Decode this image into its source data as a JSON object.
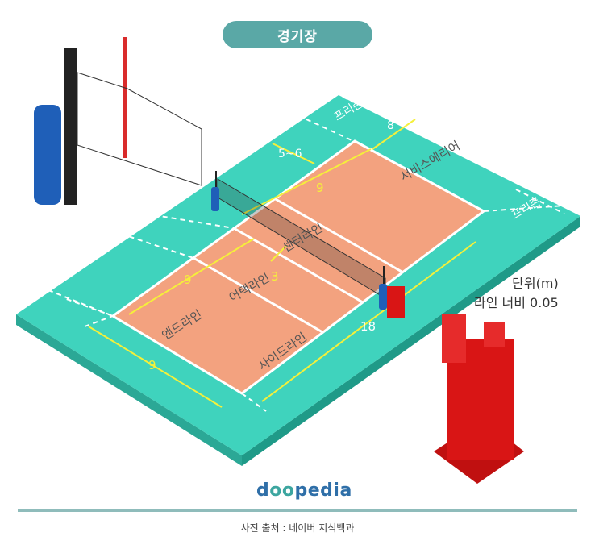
{
  "header": {
    "title": "경기장"
  },
  "labels": {
    "free_zone_back": "프리존",
    "free_zone_side": "프리존",
    "service_area": "서비스에리어",
    "center_line": "센터라인",
    "attack_line": "어택라인",
    "end_line": "엔드라인",
    "side_line": "사이드라인"
  },
  "dimensions": {
    "service_area_width": "8",
    "free_zone_depth": "5~6",
    "half_length_top": "9",
    "half_length_bottom": "9",
    "attack_distance": "3",
    "end_width": "9",
    "court_length": "18"
  },
  "unit": {
    "unit_label": "단위(m)",
    "line_width": "라인 너비 0.05"
  },
  "brand": {
    "prefix": "d",
    "mid": "oo",
    "suffix": "pedia"
  },
  "footer": {
    "credit": "사진 출처 : 네이버 지식백과"
  },
  "colors": {
    "floor": "#3fd3bd",
    "court": "#f3a27f",
    "lines": "#ffffff",
    "dimension": "#f5f03a",
    "chair": "#d91515"
  }
}
